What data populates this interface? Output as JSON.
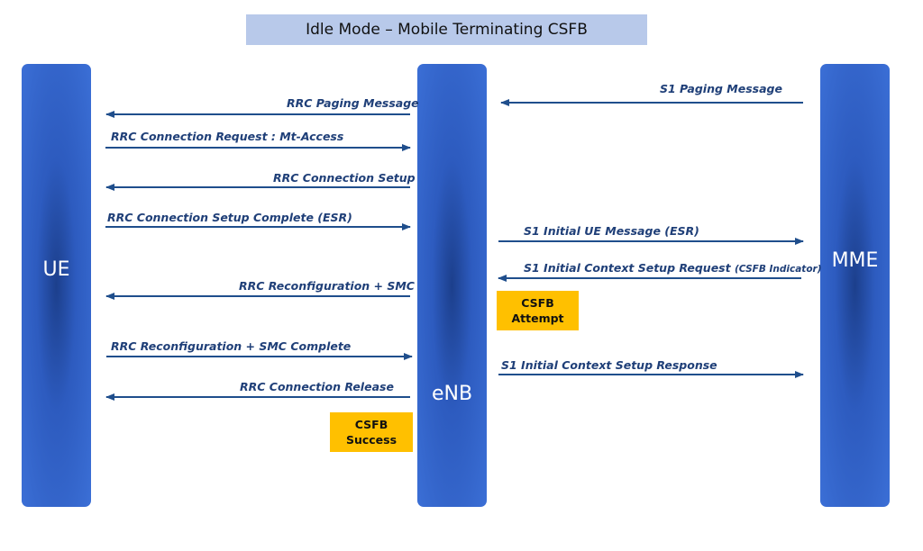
{
  "title": "Idle Mode – Mobile Terminating CSFB",
  "lifelines": {
    "ue": "UE",
    "enb": "eNB",
    "mme": "MME"
  },
  "arrow_color": "#1f4e8c",
  "messages": {
    "s1_paging": "S1 Paging Message",
    "rrc_paging": "RRC Paging Message",
    "rrc_conn_req": "RRC Connection Request : Mt-Access",
    "rrc_conn_setup": "RRC Connection Setup",
    "rrc_conn_setup_complete": "RRC Connection Setup Complete (ESR)",
    "s1_initial_ue": "S1 Initial UE Message (ESR)",
    "s1_ics_request": "S1 Initial Context Setup Request",
    "s1_ics_request_note": "(CSFB Indicator)",
    "rrc_reconfig_smc": "RRC Reconfiguration + SMC",
    "rrc_reconfig_smc_complete": "RRC Reconfiguration + SMC Complete",
    "s1_ics_response": "S1 Initial Context Setup Response",
    "rrc_conn_release": "RRC Connection Release"
  },
  "status": {
    "attempt_line1": "CSFB",
    "attempt_line2": "Attempt",
    "success_line1": "CSFB",
    "success_line2": "Success"
  }
}
